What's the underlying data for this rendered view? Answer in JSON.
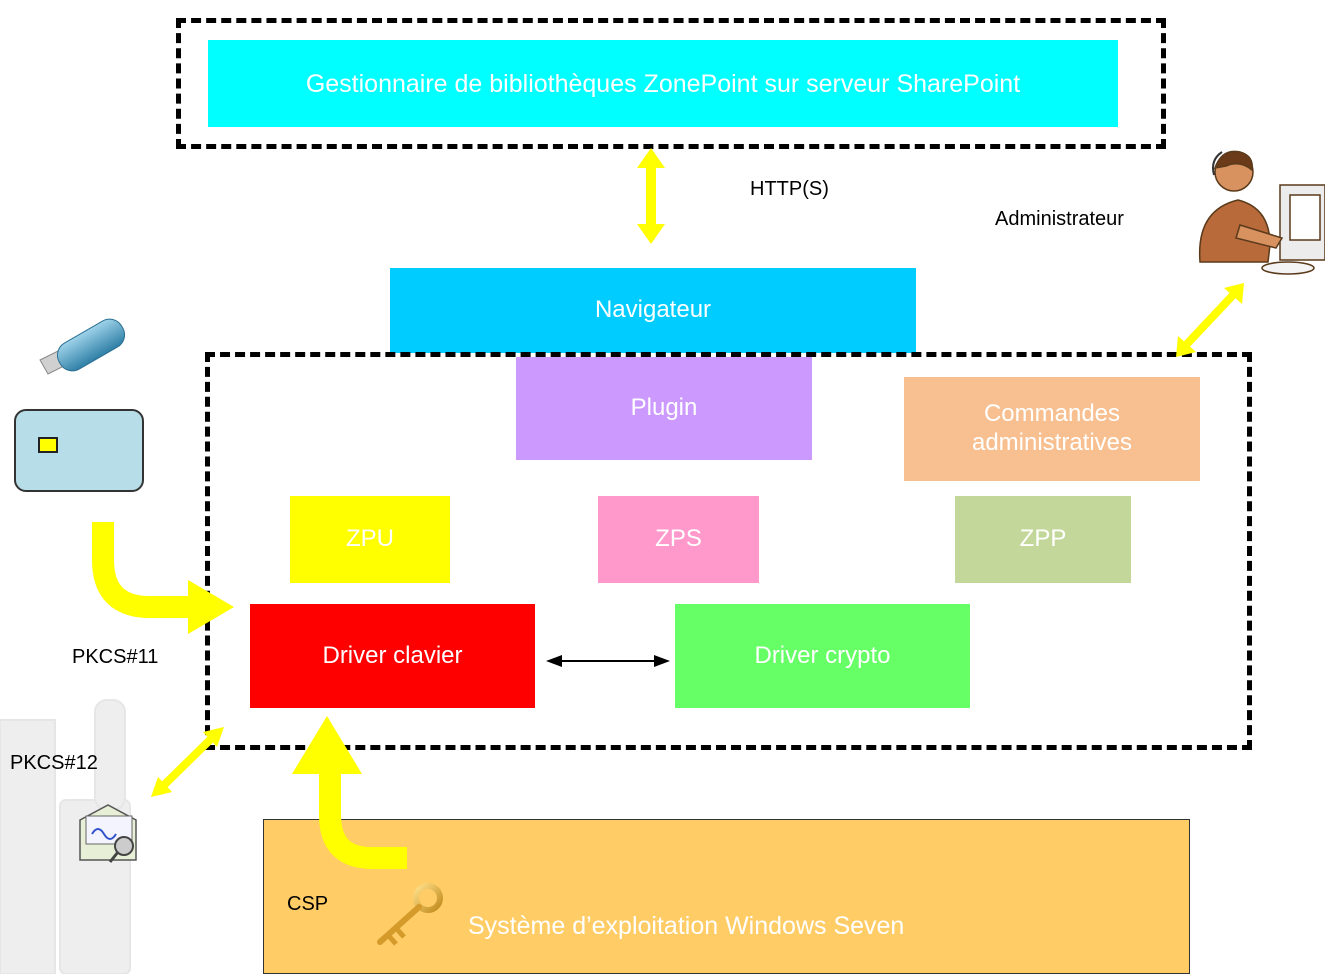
{
  "diagram": {
    "server": {
      "label": "Gestionnaire de bibliothèques ZonePoint sur serveur SharePoint",
      "color": "#00FFFF"
    },
    "browser": {
      "label": "Navigateur",
      "color": "#00CCFF"
    },
    "plugin": {
      "label": "Plugin",
      "color": "#CC99FF"
    },
    "admin_commands": {
      "label": "Commandes administratives",
      "color": "#F8C090"
    },
    "zpu": {
      "label": "ZPU",
      "color": "#FFFF00"
    },
    "zps": {
      "label": "ZPS",
      "color": "#FF99CC"
    },
    "zpp": {
      "label": "ZPP",
      "color": "#C4D79B"
    },
    "driver_keyboard": {
      "label": "Driver clavier",
      "color": "#FF0000"
    },
    "driver_crypto": {
      "label": "Driver crypto",
      "color": "#66FF66"
    },
    "os": {
      "label": "Système d’exploitation Windows Seven",
      "color": "#FFCC66"
    },
    "labels": {
      "http": "HTTP(S)",
      "administrator": "Administrateur",
      "pkcs11": "PKCS#11",
      "pkcs12": "PKCS#12",
      "csp": "CSP"
    },
    "icons": [
      "usb-key-icon",
      "smart-card-icon",
      "certificate-icon",
      "key-icon",
      "administrator-icon"
    ],
    "arrow_color": "#FFFF00"
  }
}
